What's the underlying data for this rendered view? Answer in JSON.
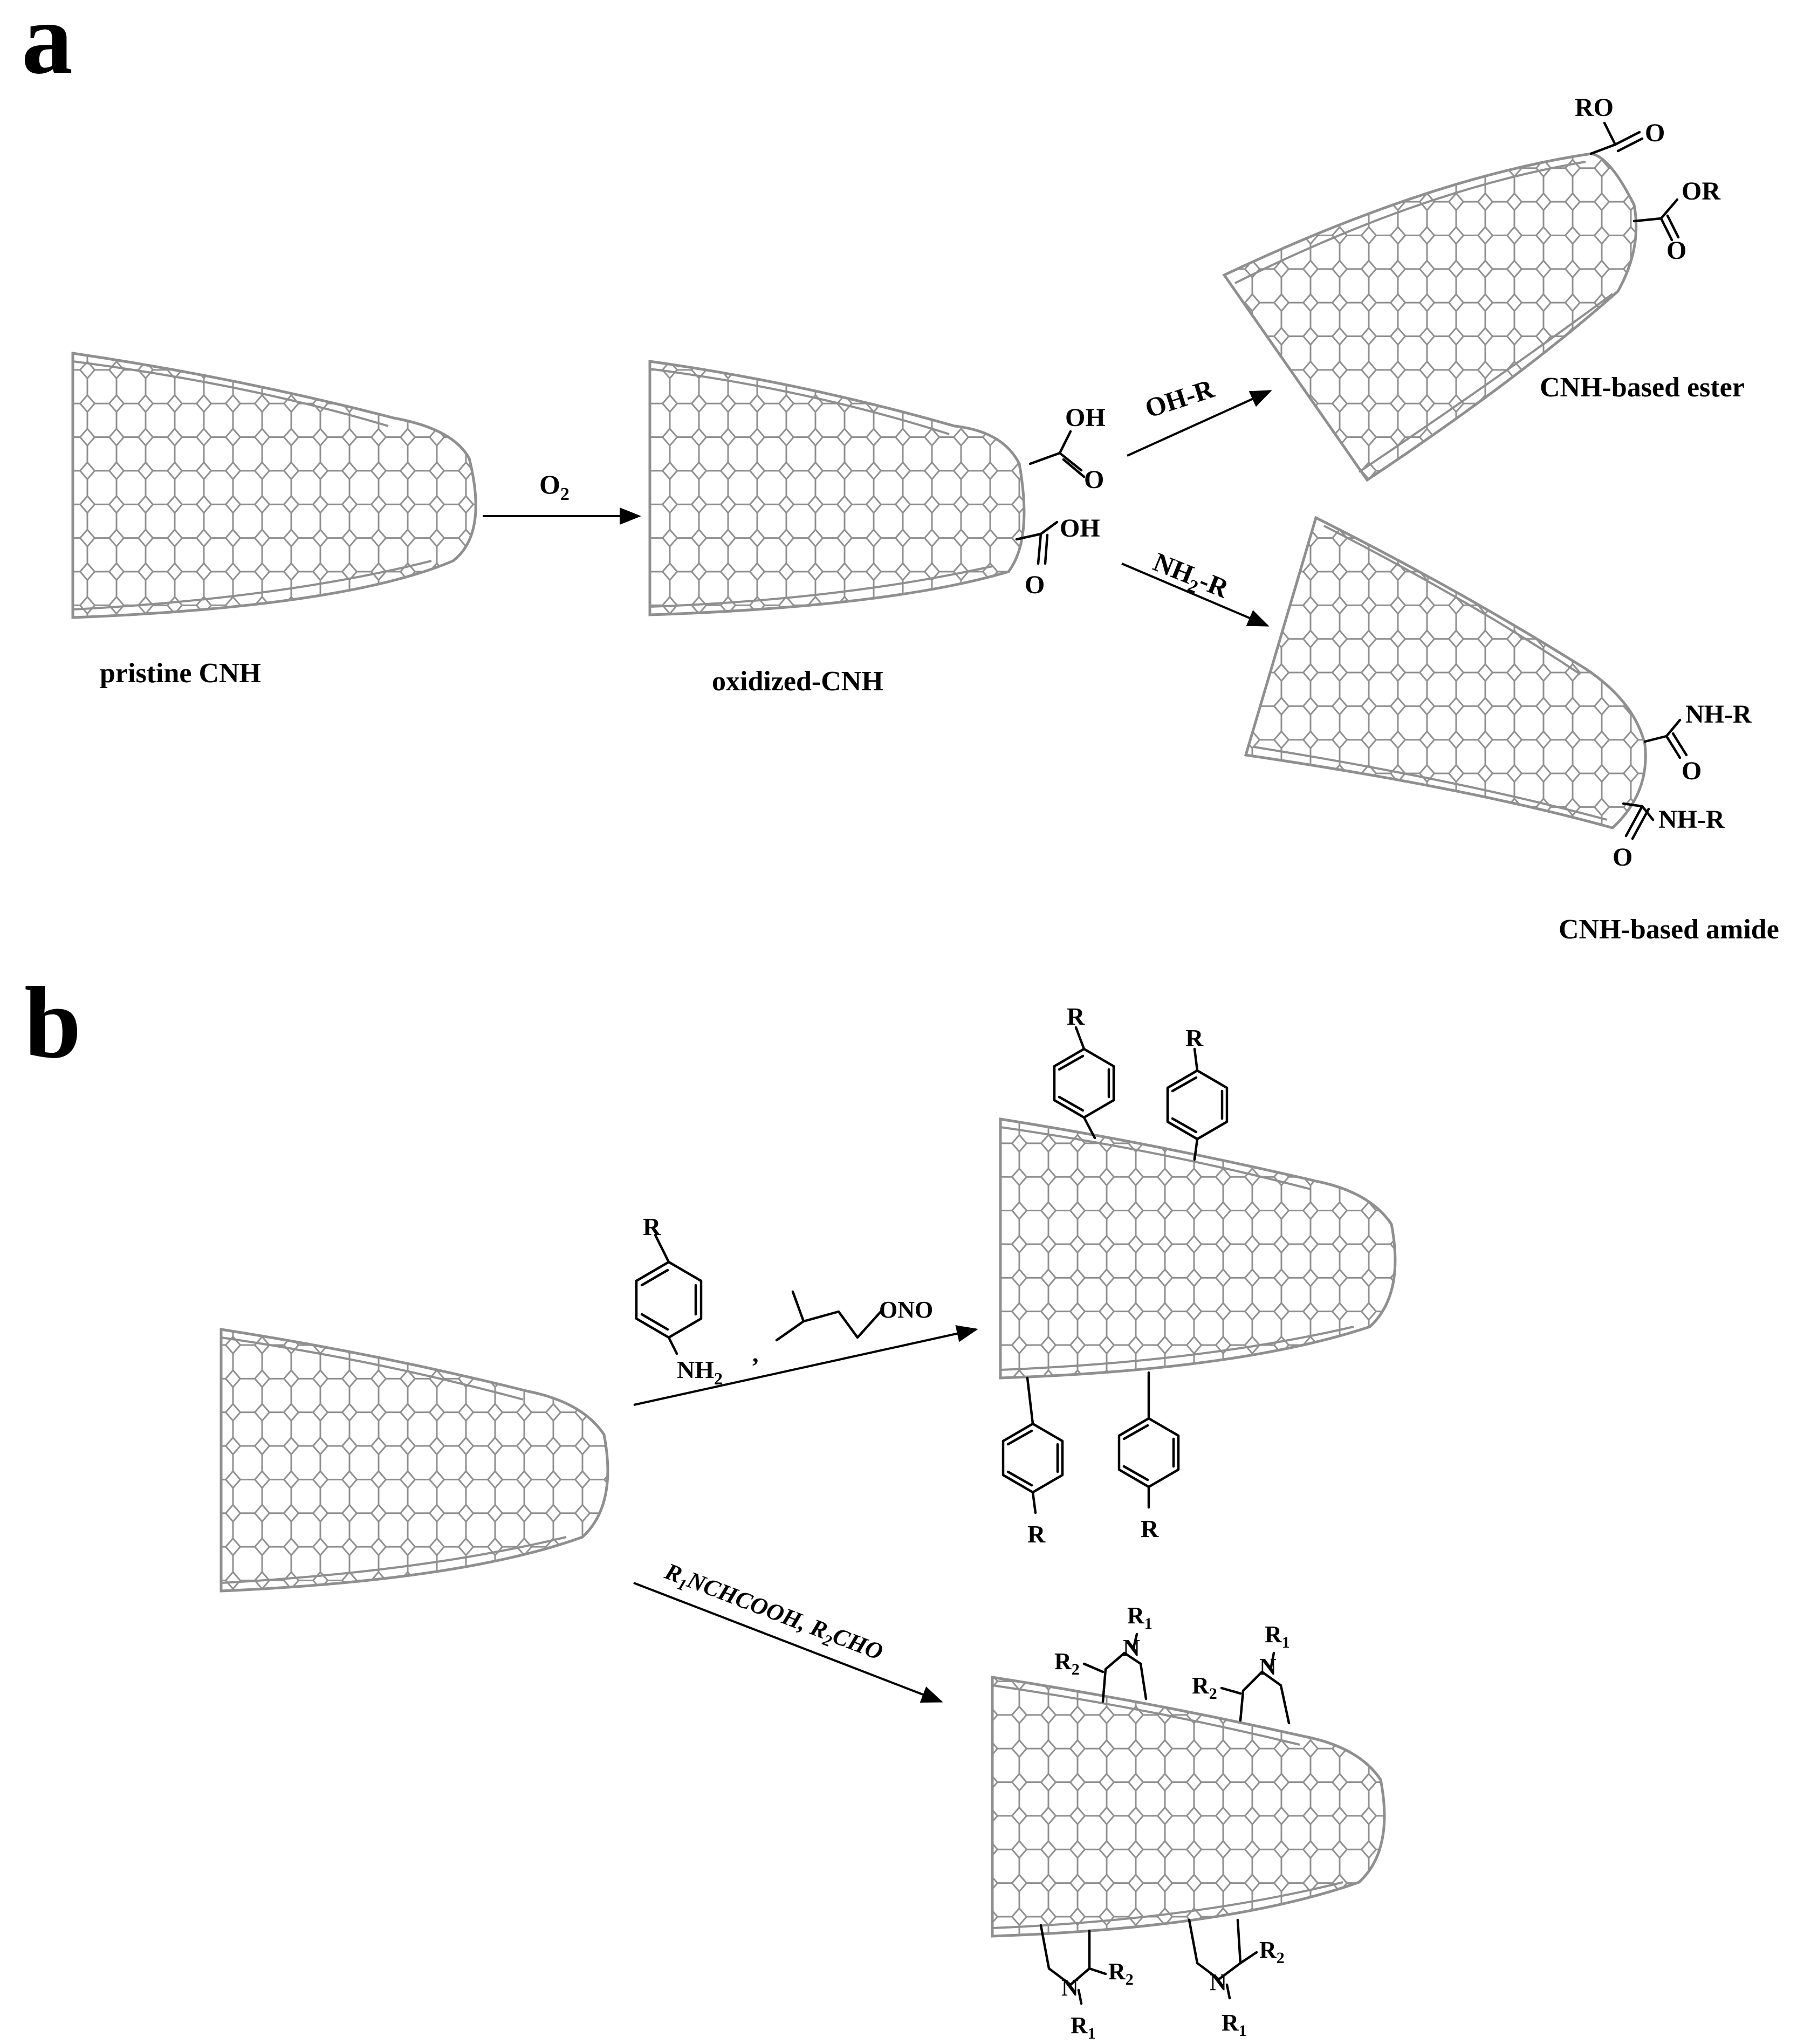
{
  "panels": {
    "a": {
      "letter": "a",
      "pristine_label": "pristine CNH",
      "oxidized_label": "oxidized-CNH",
      "ester_label": "CNH-based ester",
      "amide_label": "CNH-based amide",
      "reagent_o2": "O",
      "reagent_o2_sub": "2",
      "reagent_ohr": "OH-R",
      "reagent_nh2r_a": "NH",
      "reagent_nh2r_sub": "2",
      "reagent_nh2r_b": "-R",
      "groups": {
        "oh": "OH",
        "o": "O",
        "ro": "RO",
        "or": "OR",
        "nhr": "NH-R"
      }
    },
    "b": {
      "letter": "b",
      "aryl_r": "R",
      "aniline_nh2": "NH",
      "aniline_nh2_sub": "2",
      "comma": ",",
      "ono": "ONO",
      "reagent_bottom_a": "R",
      "reagent_bottom_a_sub": "1",
      "reagent_bottom_b": "NCHCOOH, R",
      "reagent_bottom_b_sub": "2",
      "reagent_bottom_c": "CHO",
      "n_atom": "N",
      "r1": "R",
      "r1_sub": "1",
      "r2": "R",
      "r2_sub": "2"
    }
  },
  "colors": {
    "nanohorn": "#8f8f8f",
    "text": "#000000"
  },
  "icons": [
    "carbon-nanohorn-icon",
    "benzene-ring-icon",
    "pyrrolidine-ring-icon",
    "reaction-arrow-icon"
  ]
}
